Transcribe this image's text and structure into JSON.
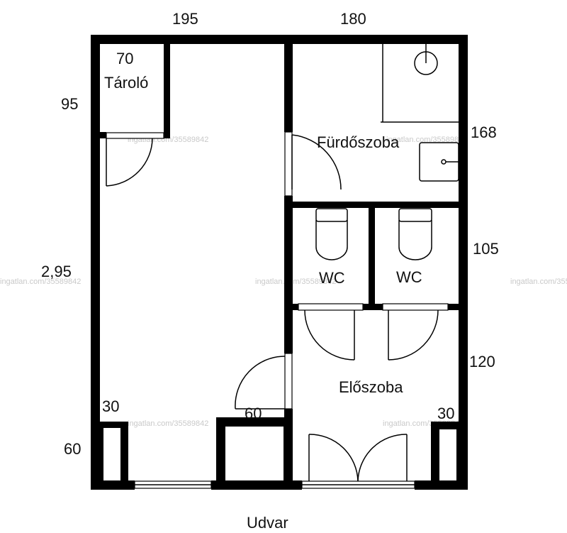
{
  "dimensions": {
    "top_left": "195",
    "top_right": "180",
    "storage_width": "70",
    "storage_height": "95",
    "left_height": "2,95",
    "bottom_left": "60",
    "left_pillar": "30",
    "center_pillar": "60",
    "right_pillar": "30",
    "bathroom_right": "168",
    "wc_right": "105",
    "hall_right": "120"
  },
  "rooms": {
    "storage": "Tároló",
    "bathroom": "Fürdőszoba",
    "wc_left": "WC",
    "wc_right": "WC",
    "hall": "Előszoba"
  },
  "outside": "Udvar",
  "watermark": "ingatlan.com/35589842"
}
